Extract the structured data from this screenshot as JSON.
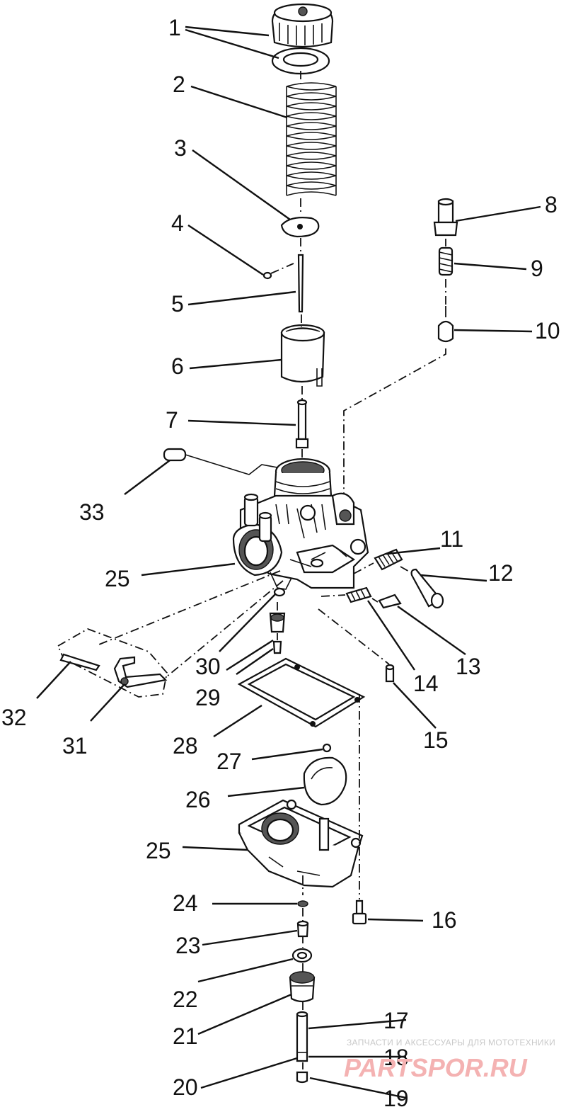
{
  "labels": {
    "l1": "1",
    "l2": "2",
    "l3": "3",
    "l4": "4",
    "l5": "5",
    "l6": "6",
    "l7": "7",
    "l8": "8",
    "l9": "9",
    "l10": "10",
    "l11": "11",
    "l12": "12",
    "l13": "13",
    "l14": "14",
    "l15": "15",
    "l16": "16",
    "l17": "17",
    "l18": "18",
    "l19": "19",
    "l20": "20",
    "l21": "21",
    "l22": "22",
    "l23": "23",
    "l24": "24",
    "l25a": "25",
    "l25b": "25",
    "l26": "26",
    "l27": "27",
    "l28": "28",
    "l29": "29",
    "l30": "30",
    "l31": "31",
    "l32": "32",
    "l33": "33"
  },
  "watermark": {
    "tagline": "ЗАПЧАСТИ И АКСЕССУАРЫ ДЛЯ МОТОТЕХНИКИ",
    "brand": "PARTSPOR.RU"
  }
}
